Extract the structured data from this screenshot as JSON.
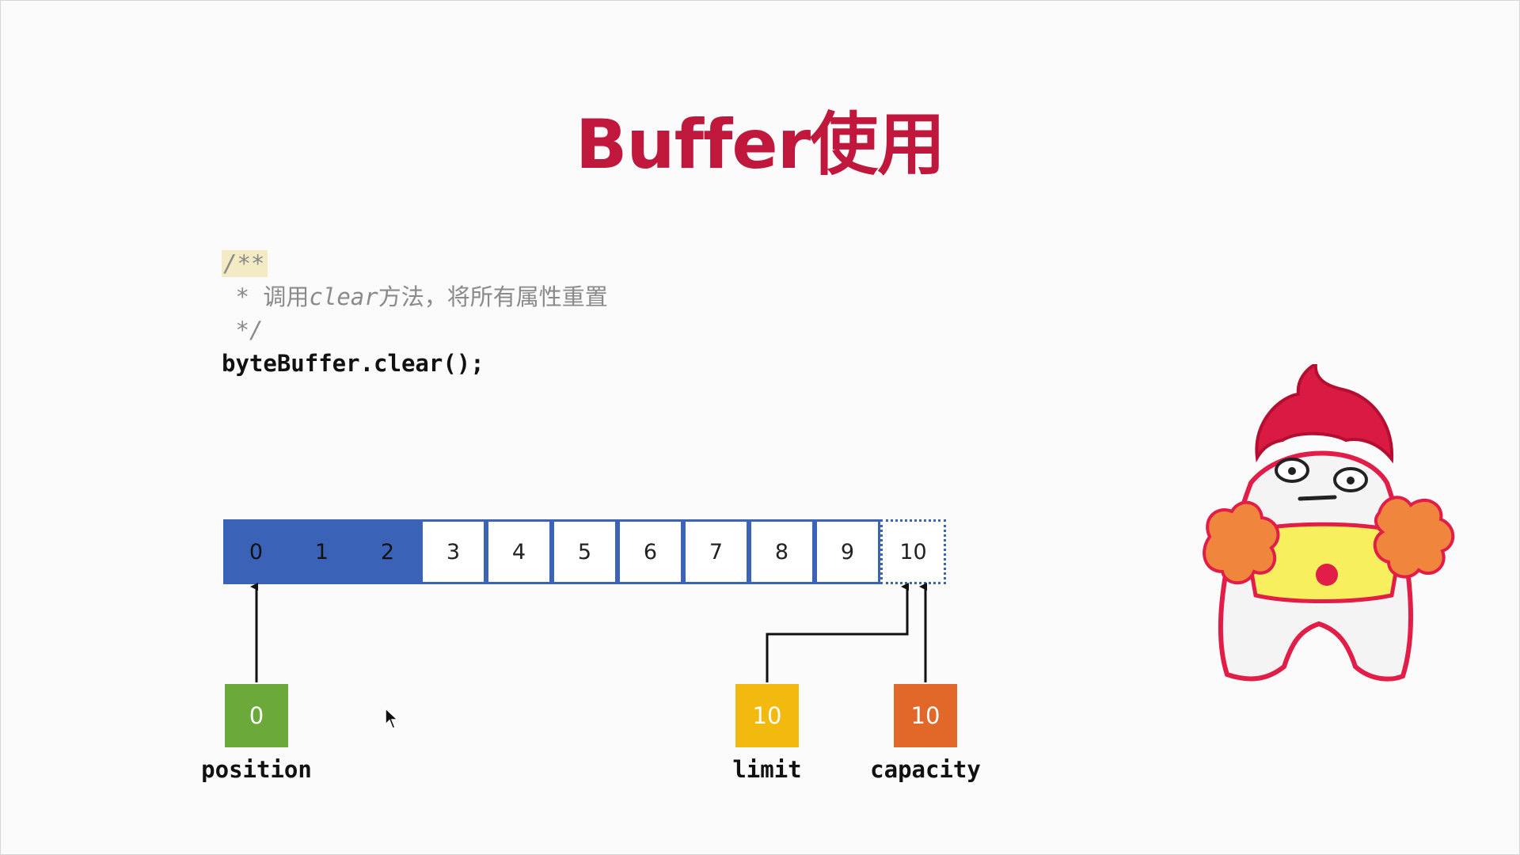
{
  "slide": {
    "title": "Buffer使用"
  },
  "code": {
    "comment_open": "/**",
    "comment_star": " * ",
    "comment_text_1": "调用",
    "comment_method": "clear",
    "comment_text_2": "方法，将所有属性重置",
    "comment_close": " */",
    "statement": "byteBuffer.clear();"
  },
  "buffer": {
    "cells": [
      "0",
      "1",
      "2",
      "3",
      "4",
      "5",
      "6",
      "7",
      "8",
      "9",
      "10"
    ],
    "filled_through_index": 2,
    "dotted_index": 10
  },
  "pointers": {
    "position": {
      "value": "0",
      "label": "position",
      "color": "#6aa93a"
    },
    "limit": {
      "value": "10",
      "label": "limit",
      "color": "#f2b90f"
    },
    "capacity": {
      "value": "10",
      "label": "capacity",
      "color": "#e2682a"
    }
  },
  "colors": {
    "title": "#c0183d",
    "filled_cell": "#3a63b7",
    "cell_border": "#3b63b6"
  },
  "decor": {
    "mascot": "cheerleader-mascot",
    "cursor": "mouse-cursor-icon"
  }
}
